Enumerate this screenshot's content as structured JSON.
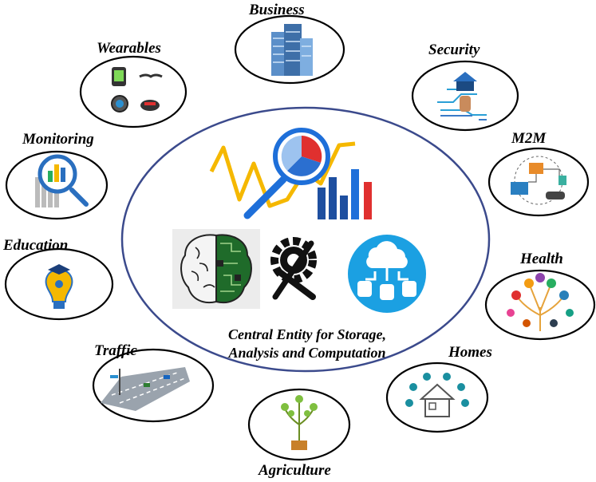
{
  "center": {
    "line1": "Central Entity for Storage,",
    "line2": "Analysis and Computation",
    "icons": [
      "analytics-chart-icon",
      "brain-circuit-icon",
      "gear-tools-icon",
      "cloud-database-icon"
    ]
  },
  "nodes": {
    "business": "Business",
    "security": "Security",
    "m2m": "M2M",
    "health": "Health",
    "homes": "Homes",
    "agriculture": "Agriculture",
    "traffic": "Traffic",
    "education": "Education",
    "monitoring": "Monitoring",
    "wearables": "Wearables"
  },
  "colors": {
    "ring": "#3b4a8c",
    "ellipse": "#000000",
    "accent_blue": "#1e6fd9",
    "accent_yellow": "#f5b800",
    "accent_red": "#e0302f"
  }
}
